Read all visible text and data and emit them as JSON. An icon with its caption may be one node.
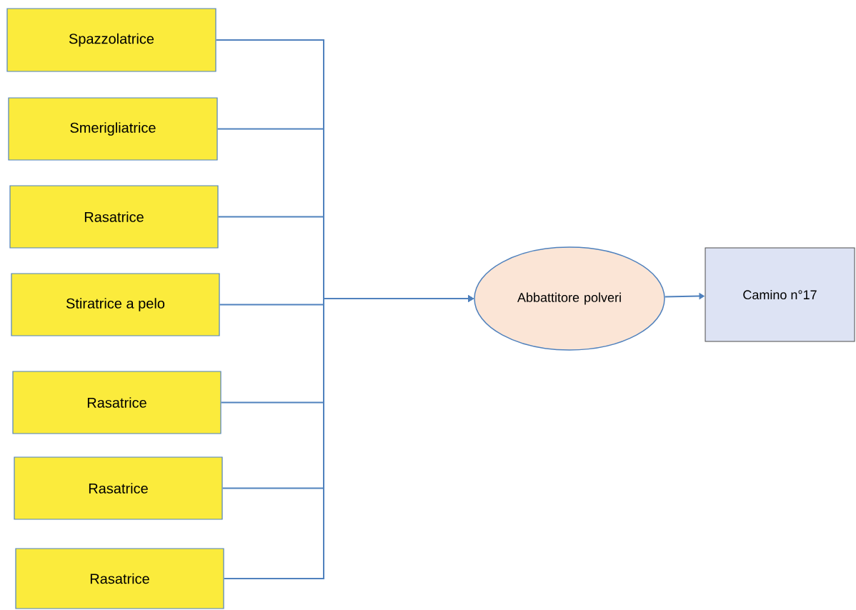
{
  "diagram": {
    "nodes": [
      {
        "text": [
          "Spazzolatrice"
        ]
      },
      {
        "text": [
          "Smerigliatrice"
        ]
      },
      {
        "text": [
          "Rasatrice"
        ]
      },
      {
        "text": [
          "Stiratrice a pelo"
        ]
      },
      {
        "text": [
          "Rasatrice"
        ]
      },
      {
        "text": [
          "Rasatrice"
        ]
      },
      {
        "text": [
          "Rasatrice"
        ]
      },
      {
        "text": [
          "Abbattitore polveri"
        ]
      },
      {
        "text": [
          "Camino n°17"
        ]
      }
    ],
    "edges": [
      {
        "from": 0,
        "to": 7,
        "arrow": "to"
      },
      {
        "from": 1,
        "to": 7,
        "arrow": "to"
      },
      {
        "from": 2,
        "to": 7,
        "arrow": "to"
      },
      {
        "from": 3,
        "to": 7,
        "arrow": "to"
      },
      {
        "from": 4,
        "to": 7,
        "arrow": "to"
      },
      {
        "from": 5,
        "to": 7,
        "arrow": "to"
      },
      {
        "from": 6,
        "to": 7,
        "arrow": "to"
      },
      {
        "from": 7,
        "to": 8,
        "arrow": "to"
      }
    ]
  }
}
